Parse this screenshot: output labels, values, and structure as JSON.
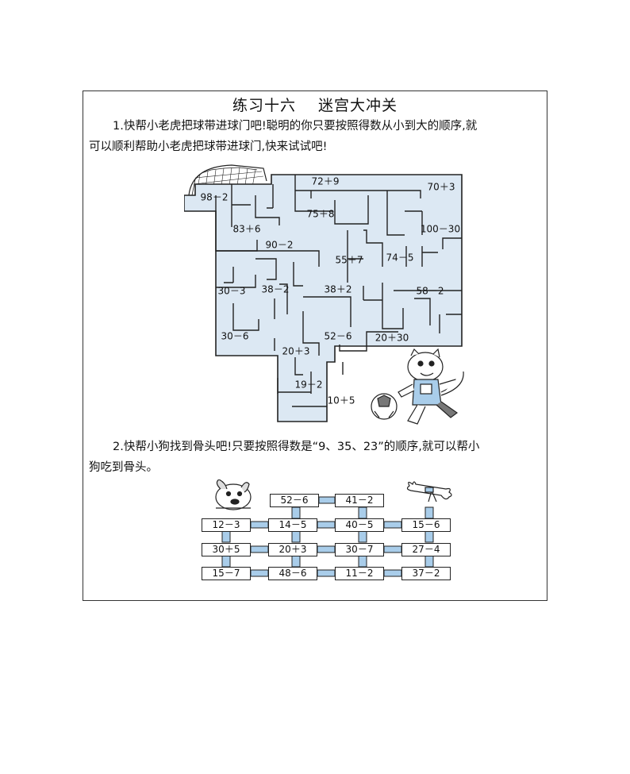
{
  "page_title": {
    "part1": "练习十六",
    "part2": "迷宫大冲关"
  },
  "q1": {
    "text_line1": "1.快帮小老虎把球带进球门吧!聪明的你只要按照得数从小到大的顺序,就",
    "text_line2": "可以顺利帮助小老虎把球带进球门,快来试试吧!",
    "maze_labels": [
      "98－2",
      "72＋9",
      "70＋3",
      "75＋8",
      "83＋6",
      "100－30",
      "90－2",
      "55＋7",
      "74－5",
      "30－3",
      "38－2",
      "38＋2",
      "58－2",
      "30－6",
      "52－6",
      "20＋30",
      "20＋3",
      "19－2",
      "10＋5"
    ]
  },
  "q2": {
    "text_line1": "2.快帮小狗找到骨头吧!只要按照得数是“9、35、23”的顺序,就可以帮小",
    "text_line2": "狗吃到骨头。",
    "row0": [
      "52－6",
      "41－2"
    ],
    "row1": [
      "12－3",
      "14－5",
      "40－5",
      "15－6"
    ],
    "row2": [
      "30＋5",
      "20＋3",
      "30－7",
      "27－4"
    ],
    "row3": [
      "15－7",
      "48－6",
      "11－2",
      "37－2"
    ]
  },
  "colors": {
    "maze_fill": "#dce8f3",
    "bridge_blue": "#a9cdea",
    "line": "#222222"
  }
}
